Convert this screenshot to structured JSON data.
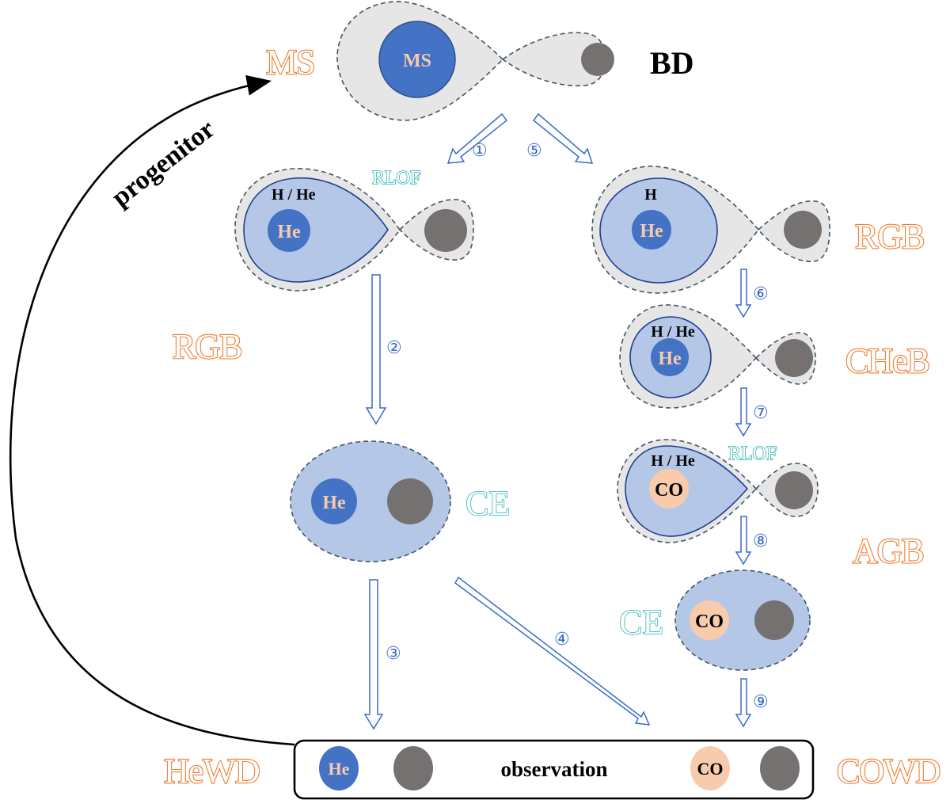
{
  "title": "Evolution channels of white dwarf + brown dwarf binaries",
  "colors": {
    "stage_label": "#ED7D31",
    "process_label": "#2BB5B8",
    "arrow": "#3A6BC9",
    "ms_star": "#4472C4",
    "envelope": "#B4C7E7",
    "roche_lobe": "#E7E6E6",
    "brown_dwarf": "#767171",
    "co_core": "#F8CBAD",
    "he_core_text": "#F8CBAD"
  },
  "stages": {
    "ms_left": "MS",
    "bd": "BD",
    "rgb_left": "RGB",
    "rgb_right": "RGB",
    "cheb": "CHeB",
    "agb": "AGB",
    "hewd": "HeWD",
    "cowd": "COWD"
  },
  "processes": {
    "rlof_left": "RLOF",
    "rlof_right": "RLOF",
    "ce_left": "CE",
    "ce_right": "CE"
  },
  "stars": {
    "ms_core": "MS",
    "left_rgb_envelope": "H / He",
    "left_rgb_core": "He",
    "right_rgb_envelope": "H",
    "right_rgb_core": "He",
    "cheb_envelope": "H / He",
    "cheb_core": "He",
    "agb_envelope": "H / He",
    "agb_core": "CO",
    "ce_left_core": "He",
    "ce_right_core": "CO",
    "obs_he": "He",
    "obs_co": "CO"
  },
  "steps": [
    "①",
    "②",
    "③",
    "④",
    "⑤",
    "⑥",
    "⑦",
    "⑧",
    "⑨"
  ],
  "observation_label": "observation",
  "progenitor_label": "progenitor"
}
